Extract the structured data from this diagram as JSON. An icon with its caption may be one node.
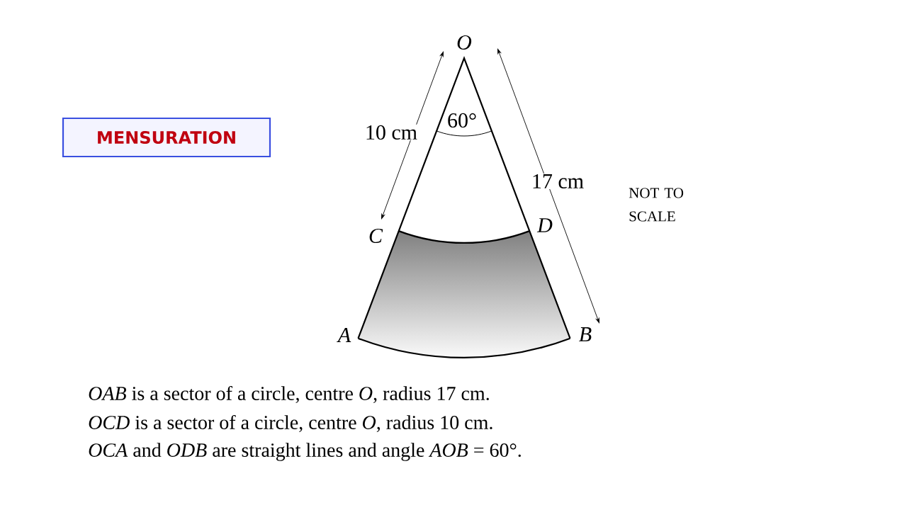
{
  "diagram": {
    "nodes": [
      {
        "text": [
          "MENSURATION"
        ]
      }
    ],
    "labels": [
      "O",
      "10 cm",
      "60°",
      "17 cm",
      "NOT TO SCALE",
      "C",
      "D",
      "A",
      "B",
      "*OAB* is a sector of a circle, centre *O*, radius 17 cm.",
      "*OCD* is a sector of a circle, centre *O*, radius 10 cm.",
      "*OCA* and *ODB* are straight lines and angle *AOB* = 60°."
    ]
  }
}
